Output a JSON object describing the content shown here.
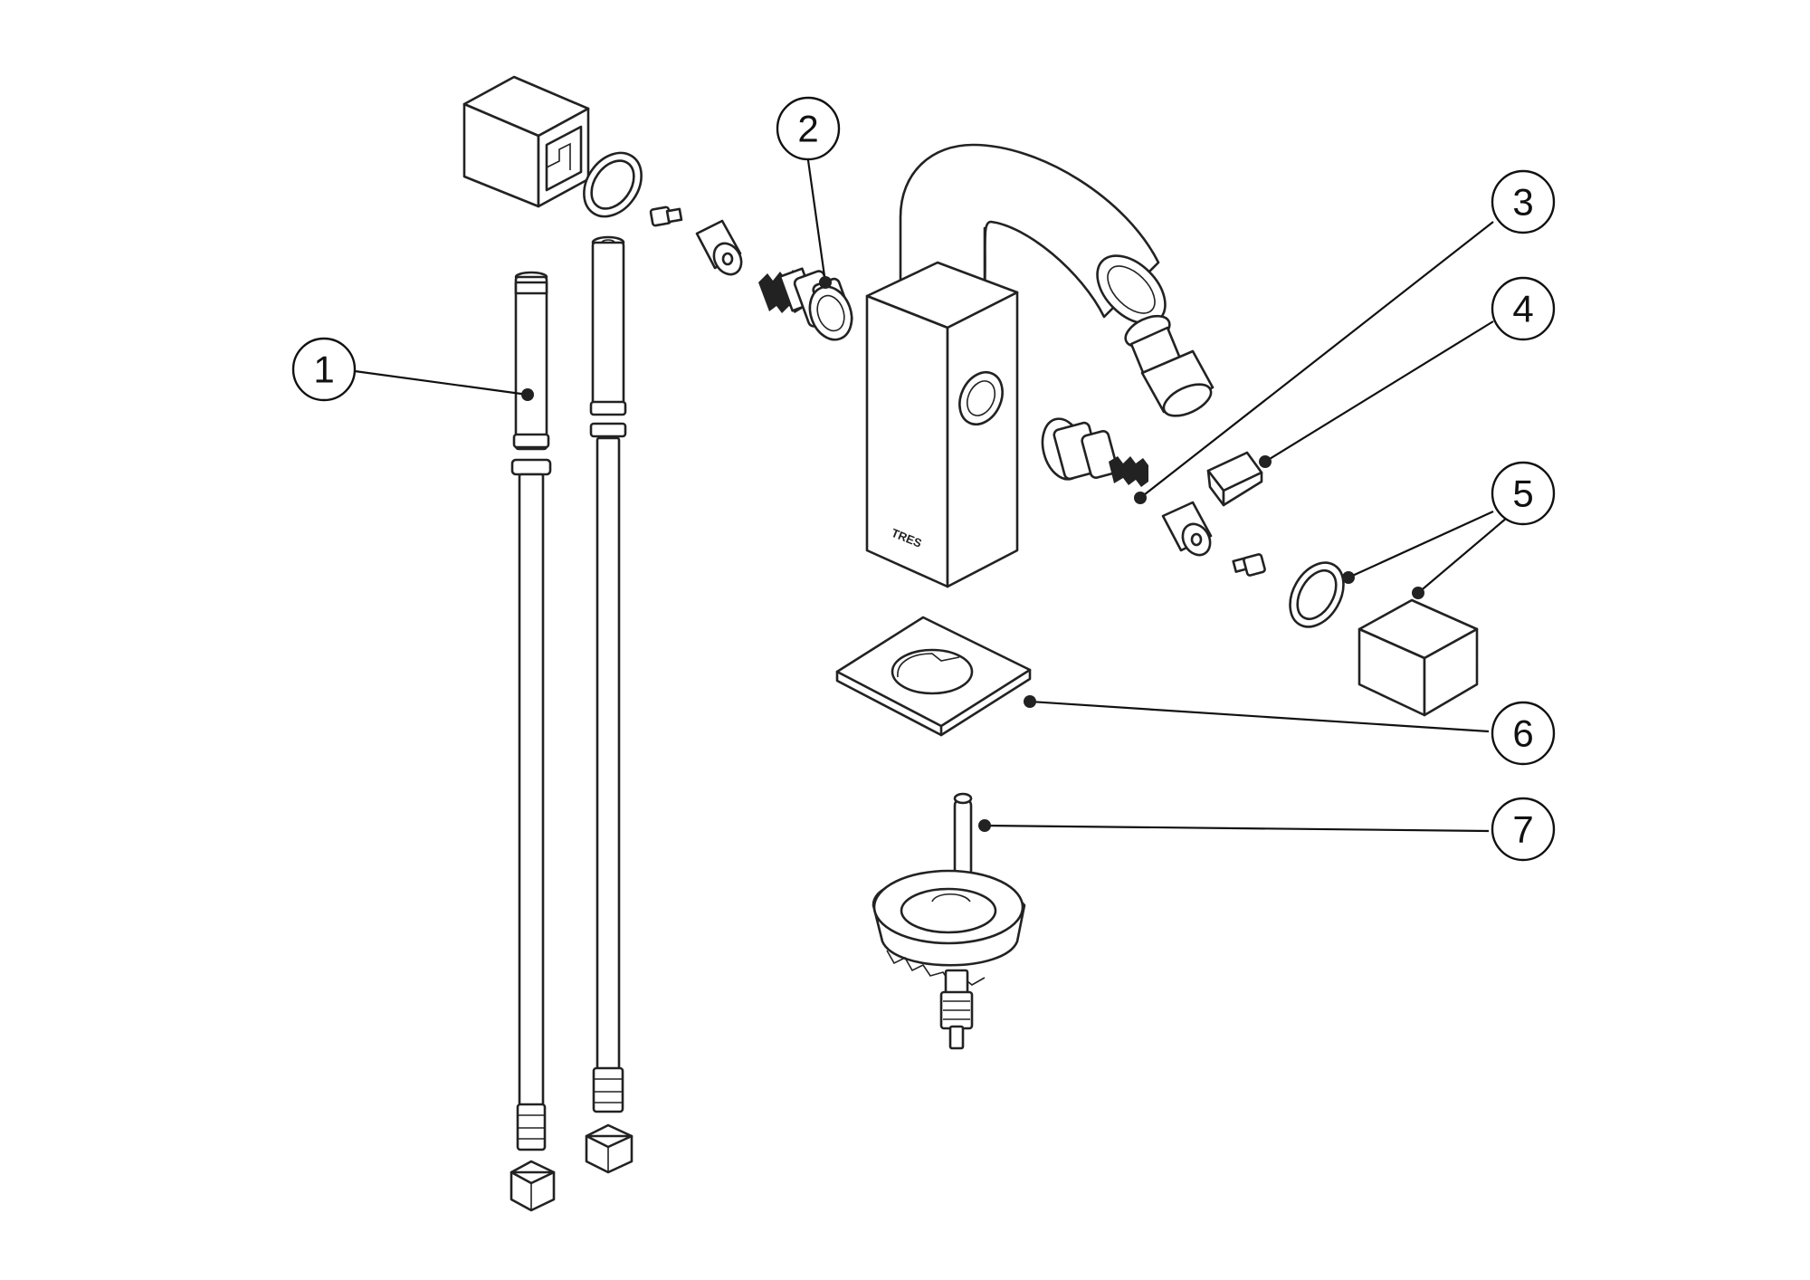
{
  "diagram": {
    "brand_mark": "TRES",
    "callouts": [
      {
        "id": "callout-1",
        "label": "1"
      },
      {
        "id": "callout-2",
        "label": "2"
      },
      {
        "id": "callout-3",
        "label": "3"
      },
      {
        "id": "callout-4",
        "label": "4"
      },
      {
        "id": "callout-5",
        "label": "5"
      },
      {
        "id": "callout-6",
        "label": "6"
      },
      {
        "id": "callout-7",
        "label": "7"
      }
    ]
  }
}
